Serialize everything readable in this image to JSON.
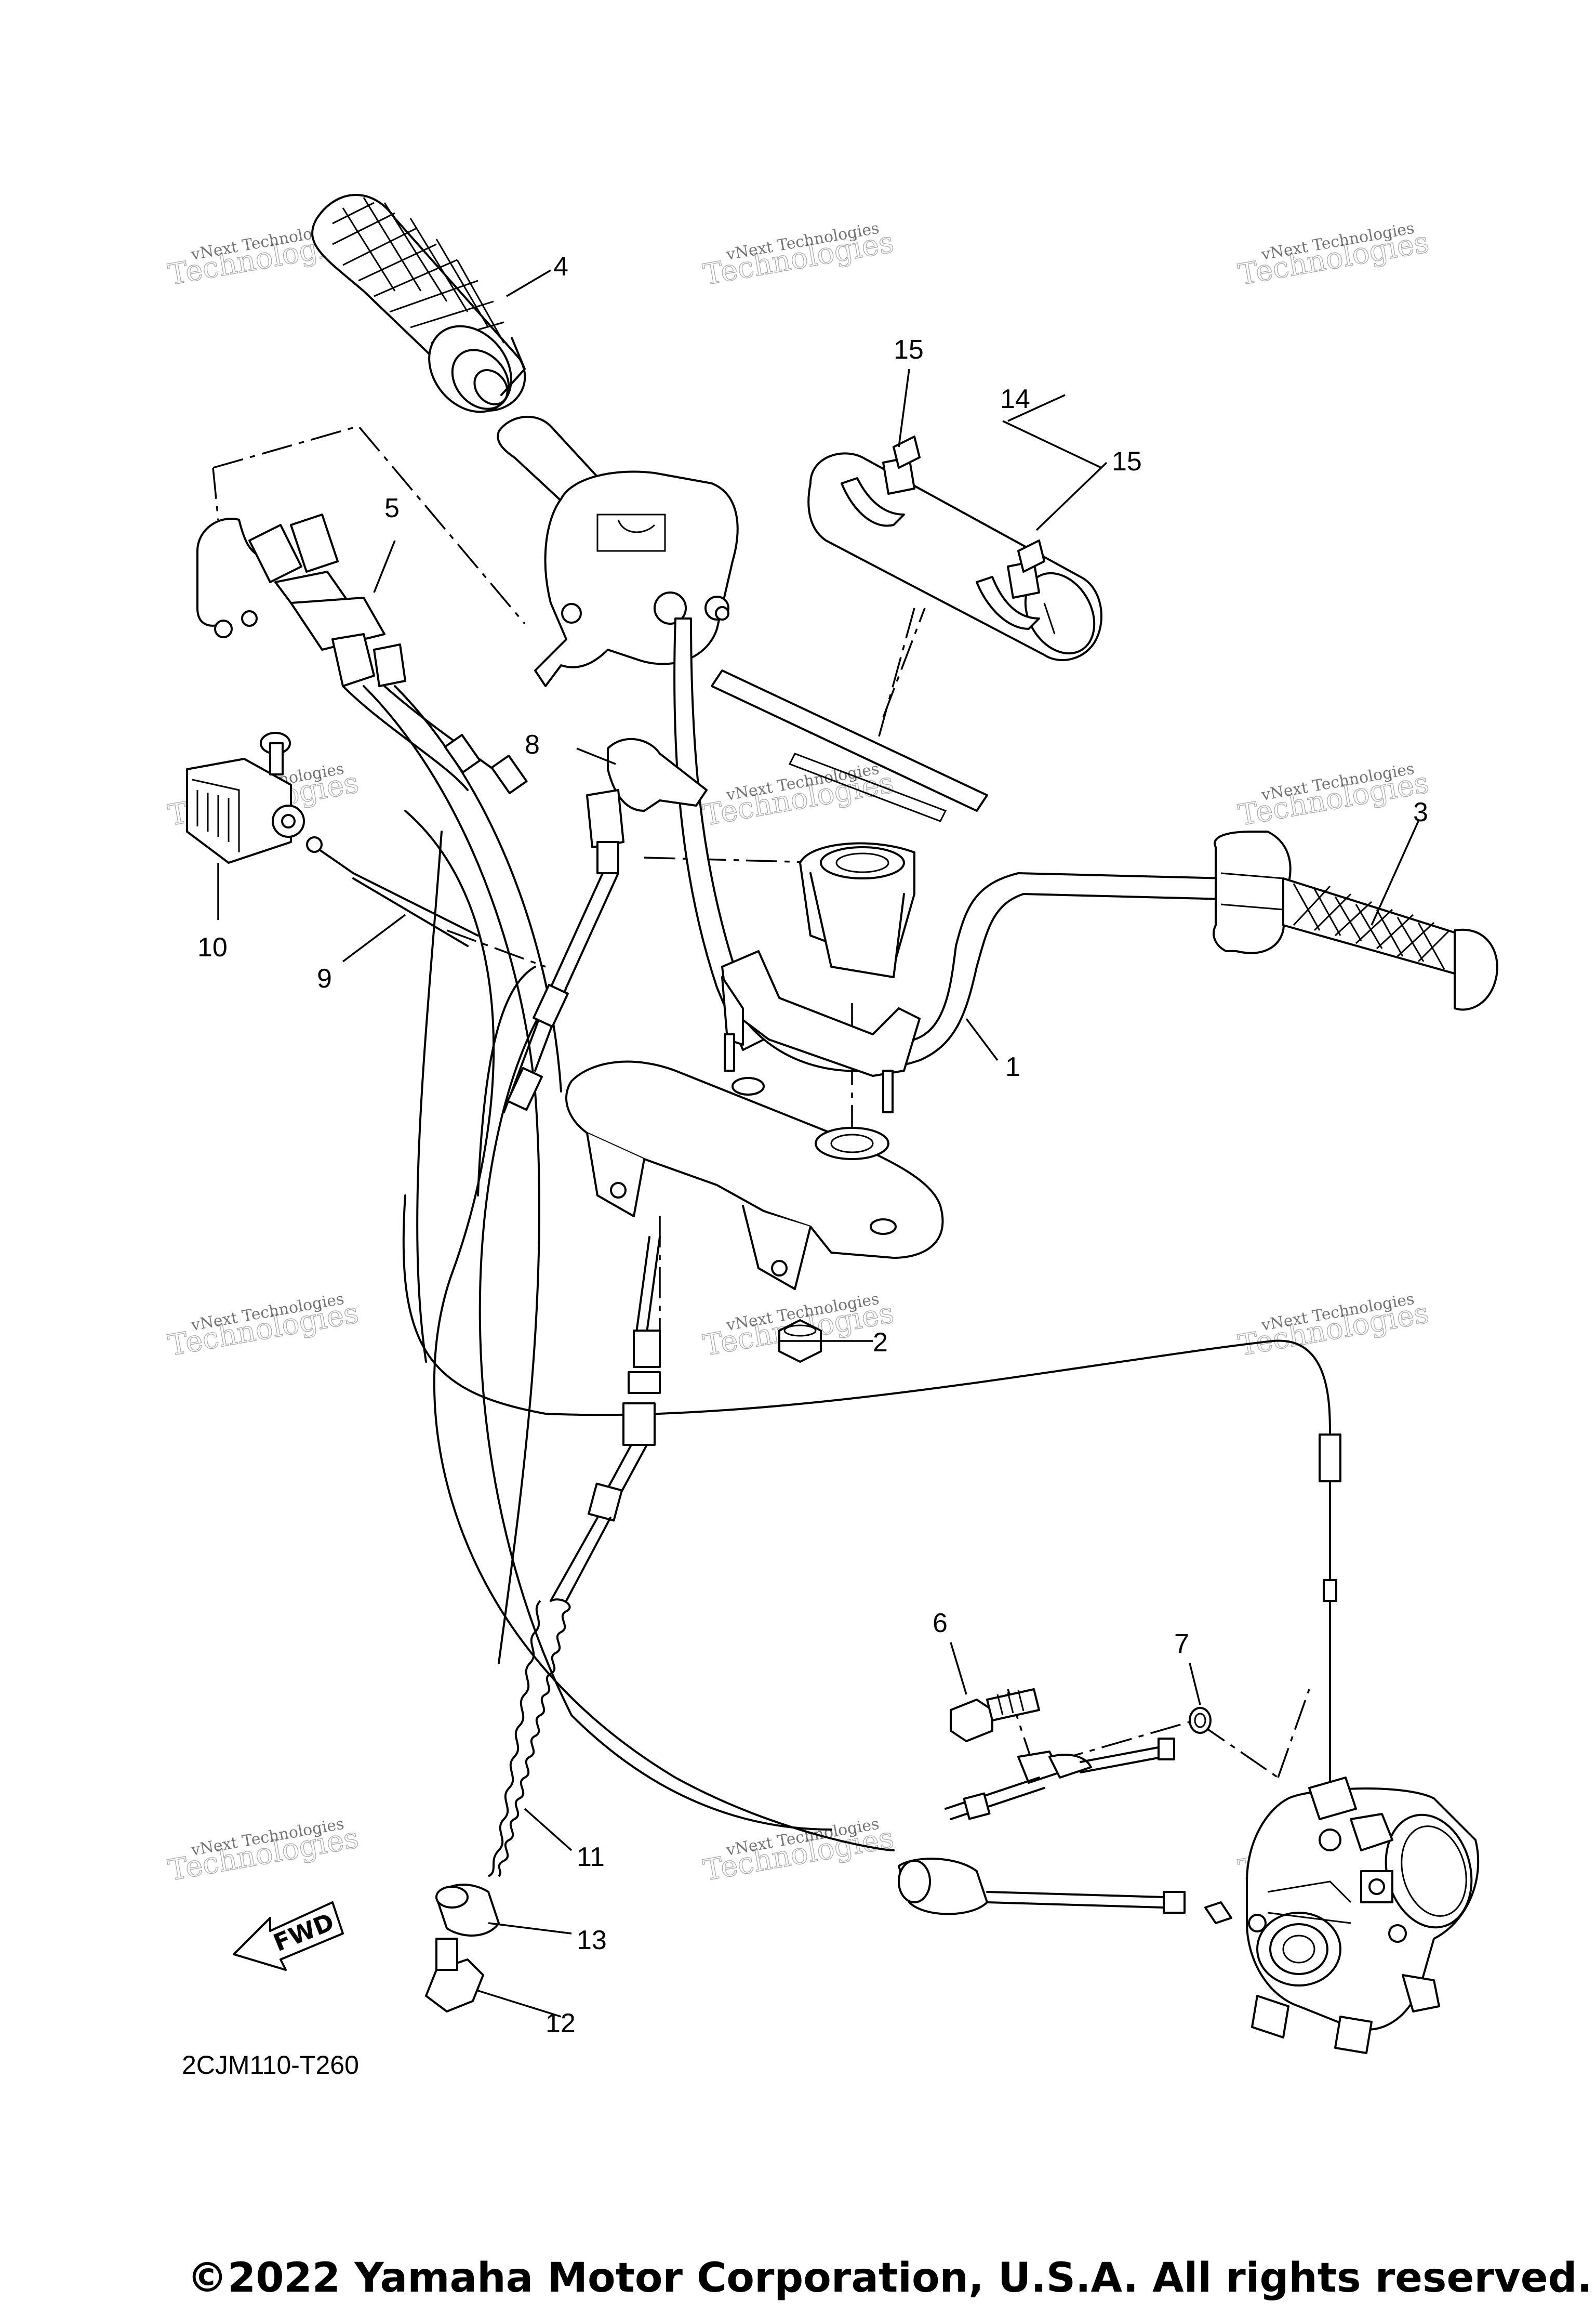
{
  "diagram": {
    "part_code": "2CJM110-T260",
    "fwd_label": "FWD",
    "callouts": [
      "1",
      "2",
      "3",
      "4",
      "5",
      "6",
      "7",
      "8",
      "9",
      "10",
      "11",
      "12",
      "13",
      "14",
      "15",
      "15"
    ]
  },
  "watermark": {
    "line1": "vNext Technologies",
    "line2": "Technologies"
  },
  "copyright": "©2022 Yamaha Motor Corporation, U.S.A. All rights reserved."
}
